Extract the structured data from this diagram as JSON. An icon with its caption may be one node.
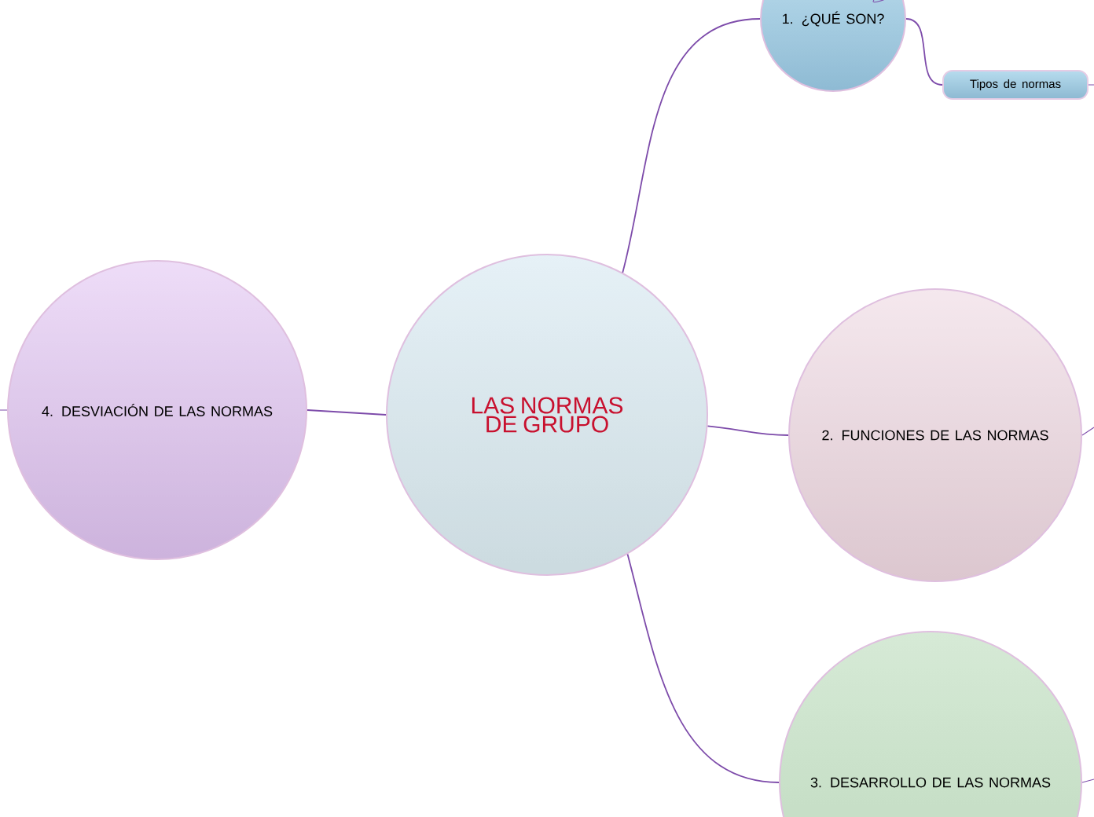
{
  "diagram": {
    "nodes": [
      {
        "text": [
          "LAS NORMAS DE GRUPO"
        ]
      },
      {
        "text": [
          "1. ¿QUÉ SON?"
        ]
      },
      {
        "text": [
          "Tipos de normas"
        ]
      },
      {
        "text": [
          "2. FUNCIONES DE LAS NORMAS"
        ]
      },
      {
        "text": [
          "3. DESARROLLO DE LAS NORMAS"
        ]
      },
      {
        "text": [
          "4. DESVIACIÓN DE LAS NORMAS"
        ]
      }
    ],
    "edges": [
      {
        "from": 0,
        "to": 1,
        "arrow": "none"
      },
      {
        "from": 1,
        "to": 2,
        "arrow": "none"
      },
      {
        "from": 0,
        "to": 3,
        "arrow": "none"
      },
      {
        "from": 0,
        "to": 4,
        "arrow": "none"
      },
      {
        "from": 0,
        "to": 5,
        "arrow": "none"
      },
      {
        "from": 1,
        "to": null,
        "arrow": "none"
      },
      {
        "from": 2,
        "to": null,
        "arrow": "none"
      },
      {
        "from": 3,
        "to": null,
        "arrow": "none"
      },
      {
        "from": 4,
        "to": null,
        "arrow": "none"
      },
      {
        "from": 5,
        "to": null,
        "arrow": "none"
      }
    ]
  }
}
